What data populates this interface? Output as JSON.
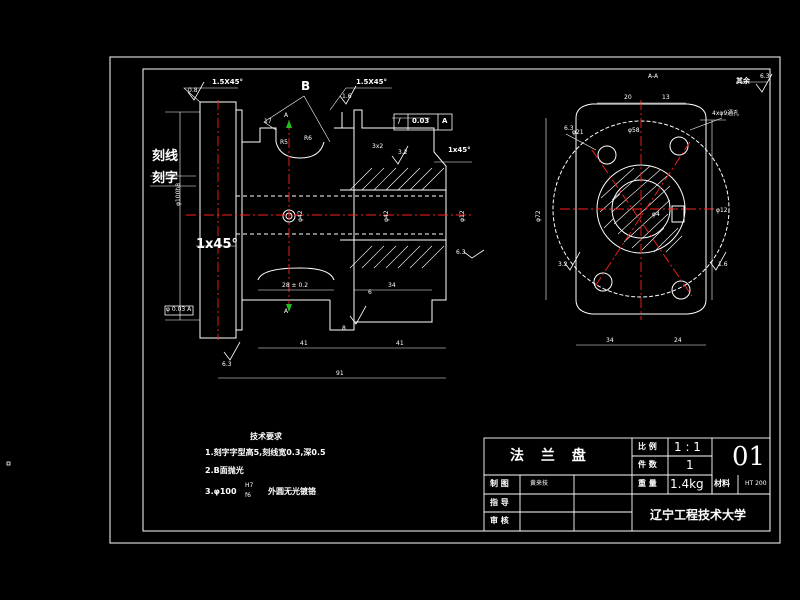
{
  "drawing": {
    "section_label": "A-A",
    "section_mark_b": "B",
    "section_mark_a": "A",
    "chamfer_left": "1.5X45°",
    "chamfer_mid": "1.5X45°",
    "chamfer_small": "1x45°",
    "chamfer_big": "1x45°",
    "engrave_line": "刻线",
    "engrave_char": "刻字",
    "rest_roughness": "其余",
    "rest_roughness_val": "6.3",
    "tolerance_symbol": "/",
    "tolerance_value": "0.03",
    "tolerance_ref": "A",
    "roughness_values": [
      "0.8",
      "1.6",
      "3.2",
      "6.3",
      "3.2",
      "1.6",
      "6.3",
      "6.3"
    ],
    "dims_side": [
      "28 ± 0.2",
      "34",
      "41",
      "41",
      "91",
      "3x2",
      "R5",
      "R6",
      "17",
      "8",
      "6"
    ],
    "dims_front": [
      "20",
      "13",
      "34",
      "24",
      "φ58",
      "φ21",
      "φ4",
      "φ12",
      "4xφ9通孔"
    ],
    "diam_labels": [
      "φ100h8",
      "φ42",
      "φ42",
      "φ12",
      "φ72"
    ],
    "left_tol": "φ 0.03 A"
  },
  "requirements": {
    "title": "技术要求",
    "items": [
      "1.刻字字型高5,刻线宽0.3,深0.5",
      "2.B面抛光",
      "3.φ100",
      "外圆无光镀铬"
    ],
    "fit_top": "H7",
    "fit_bottom": "f6"
  },
  "title_block": {
    "part_name": "法 兰 盘",
    "scale_label": "比 例",
    "scale_value": "1 : 1",
    "qty_label": "件 数",
    "qty_value": "1",
    "weight_label": "重 量",
    "weight_value": "1.4kg",
    "material_label": "材料",
    "material_value": "HT 200",
    "drawing_no": "01",
    "draw_label": "制 图",
    "draw_name": "黄来技",
    "design_label": "指 导",
    "review_label": "审 核",
    "school": "辽宁工程技术大学"
  },
  "colors": {
    "background": "#000000",
    "line": "#ffffff",
    "centerline": "#ff2020",
    "dimension": "#ffffff",
    "axis_marker": "#20c020"
  }
}
